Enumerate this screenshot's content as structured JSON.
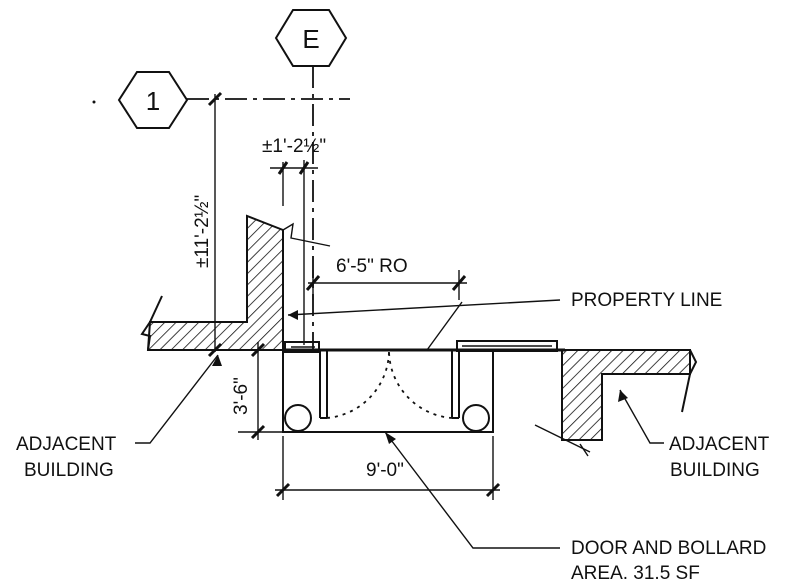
{
  "grid_tags": {
    "column": "E",
    "row": "1"
  },
  "dimensions": {
    "top_offset": "±1'-2½\"",
    "vertical_offset": "±11'-2½\"",
    "rough_opening": "6'-5\" RO",
    "bollard_depth": "3'-6\"",
    "bollard_width": "9'-0\""
  },
  "labels": {
    "property_line": "PROPERTY LINE",
    "adjacent_left_1": "ADJACENT",
    "adjacent_left_2": "BUILDING",
    "adjacent_right_1": "ADJACENT",
    "adjacent_right_2": "BUILDING",
    "door_area_1": "DOOR AND BOLLARD",
    "door_area_2": "AREA. 31.5 SF"
  }
}
